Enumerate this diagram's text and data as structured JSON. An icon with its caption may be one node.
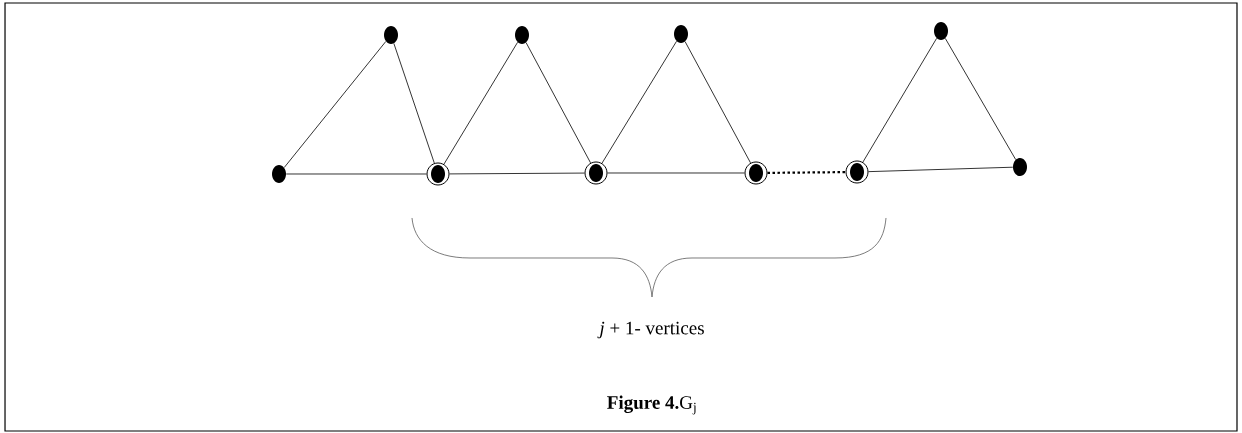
{
  "diagram": {
    "caption": "**Figure 4.**G$_{j}$",
    "nodes": [
      {
        "text": [],
        "shape": "dot"
      },
      {
        "text": [],
        "shape": "dot"
      },
      {
        "text": [],
        "shape": "ring"
      },
      {
        "text": [],
        "shape": "dot"
      },
      {
        "text": [],
        "shape": "ring"
      },
      {
        "text": [],
        "shape": "dot"
      },
      {
        "text": [],
        "shape": "ring"
      },
      {
        "text": [],
        "shape": "ring"
      },
      {
        "text": [],
        "shape": "dot"
      },
      {
        "text": [],
        "shape": "dot"
      }
    ],
    "edges": [
      {
        "from": 0,
        "to": 1,
        "arrow": "none"
      },
      {
        "from": 1,
        "to": 2,
        "arrow": "none"
      },
      {
        "from": 0,
        "to": 2,
        "arrow": "none"
      },
      {
        "from": 2,
        "to": 3,
        "arrow": "none"
      },
      {
        "from": 3,
        "to": 4,
        "arrow": "none"
      },
      {
        "from": 2,
        "to": 4,
        "arrow": "none"
      },
      {
        "from": 4,
        "to": 5,
        "arrow": "none"
      },
      {
        "from": 5,
        "to": 6,
        "arrow": "none"
      },
      {
        "from": 4,
        "to": 6,
        "arrow": "none"
      },
      {
        "from": 6,
        "to": 7,
        "arrow": "none",
        "style": "dashed"
      },
      {
        "from": 7,
        "to": 8,
        "arrow": "none"
      },
      {
        "from": 8,
        "to": 9,
        "arrow": "none"
      },
      {
        "from": 7,
        "to": 9,
        "arrow": "none"
      }
    ],
    "labels": [
      "*j* + 1- vertices"
    ]
  }
}
